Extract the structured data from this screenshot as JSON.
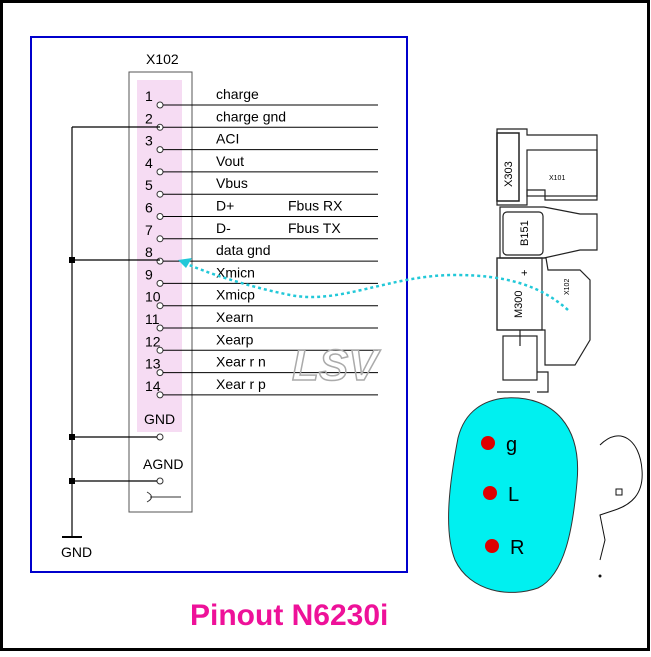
{
  "connector": {
    "ref": "X102",
    "pins": [
      {
        "num": "1",
        "label": "charge",
        "label2": ""
      },
      {
        "num": "2",
        "label": "charge gnd",
        "label2": ""
      },
      {
        "num": "3",
        "label": "ACI",
        "label2": ""
      },
      {
        "num": "4",
        "label": "Vout",
        "label2": ""
      },
      {
        "num": "5",
        "label": "Vbus",
        "label2": ""
      },
      {
        "num": "6",
        "label": "D+",
        "label2": "Fbus RX"
      },
      {
        "num": "7",
        "label": "D-",
        "label2": "Fbus TX"
      },
      {
        "num": "8",
        "label": "data gnd",
        "label2": ""
      },
      {
        "num": "9",
        "label": "Xmicn",
        "label2": ""
      },
      {
        "num": "10",
        "label": "Xmicp",
        "label2": ""
      },
      {
        "num": "11",
        "label": "Xearn",
        "label2": ""
      },
      {
        "num": "12",
        "label": "Xearp",
        "label2": ""
      },
      {
        "num": "13",
        "label": "Xear r n",
        "label2": ""
      },
      {
        "num": "14",
        "label": "Xear r p",
        "label2": ""
      }
    ],
    "gnd_label": "GND",
    "agnd_label": "AGND",
    "ground_label": "GND"
  },
  "watermark": "LSV",
  "board": {
    "labels": {
      "x303": "X303",
      "x101": "X101",
      "b151": "B151",
      "m300": "M300",
      "plus": "+",
      "x102": "X102"
    }
  },
  "plug": {
    "contacts": [
      {
        "label": "g"
      },
      {
        "label": "L"
      },
      {
        "label": "R"
      }
    ]
  },
  "footer": {
    "title": "Pinout  N6230i"
  },
  "colors": {
    "frame": "#0000cc",
    "outer_border": "#000000",
    "pin_highlight": "#f6dcf3",
    "plug_fill": "#00f0f0",
    "contact": "#dd0000",
    "arrow": "#22c8d8",
    "title": "#ee1199"
  }
}
